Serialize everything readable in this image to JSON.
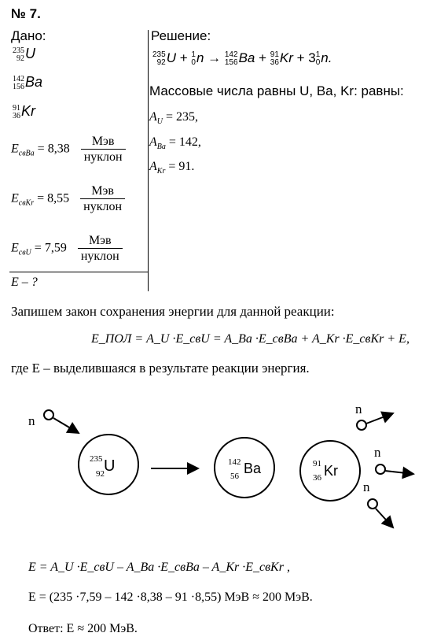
{
  "problem": {
    "number": "№ 7."
  },
  "given": {
    "header": "Дано:",
    "isotopes": [
      {
        "mass": "235",
        "charge": "92",
        "symbol": "U"
      },
      {
        "mass": "142",
        "charge": "156",
        "symbol": "Ba"
      },
      {
        "mass": "91",
        "charge": "36",
        "symbol": "Kr"
      }
    ],
    "energies": [
      {
        "symbol": "E",
        "sub": "свBa",
        "value": "= 8,38",
        "unit_num": "Мэв",
        "unit_den": "нуклон"
      },
      {
        "symbol": "E",
        "sub": "свKr",
        "value": "= 8,55",
        "unit_num": "Мэв",
        "unit_den": "нуклон"
      },
      {
        "symbol": "E",
        "sub": "свU",
        "value": "= 7,59",
        "unit_num": "Мэв",
        "unit_den": "нуклон"
      }
    ],
    "find": "E – ?"
  },
  "solution": {
    "header": "Решение:",
    "reaction": {
      "u": {
        "mass": "235",
        "charge": "92",
        "symbol": "U"
      },
      "plus1": "+",
      "n": {
        "mass": "1",
        "charge": "0",
        "symbol": "n"
      },
      "arrow": "→",
      "ba": {
        "mass": "142",
        "charge": "156",
        "symbol": "Ba"
      },
      "plus2": "+",
      "kr": {
        "mass": "91",
        "charge": "36",
        "symbol": "Kr"
      },
      "plus3": "+ 3",
      "n3": {
        "mass": "1",
        "charge": "0",
        "symbol": "n."
      }
    },
    "mass_text": "Массовые числа равны U, Ba, Kr: равны:",
    "masses": [
      {
        "sym": "A",
        "sub": "U",
        "val": " = 235,"
      },
      {
        "sym": "A",
        "sub": "Ba",
        "val": " = 142,"
      },
      {
        "sym": "A",
        "sub": "Kr",
        "val": " = 91."
      }
    ]
  },
  "body": {
    "law_text": "Запишем закон сохранения энергии для данной реакции:",
    "equation": "E_ПОЛ = A_U ·E_свU = A_Ba ·E_свBa + A_Kr ·E_свKr + E,",
    "where_text": "где   E – выделившаяся в результате реакции энергия.",
    "formula1": "E = A_U ·E_свU – A_Ba ·E_свBa – A_Kr ·E_свKr ,",
    "formula2": "E = (235 ·7,59 – 142 ·8,38 – 91 ·8,55) МэВ ≈ 200 МэВ.",
    "answer": "Ответ: E ≈ 200 МэВ."
  },
  "diagram": {
    "neutron_label": "n",
    "u": {
      "mass": "235",
      "charge": "92",
      "symbol": "U"
    },
    "ba": {
      "mass": "142",
      "charge": "56",
      "symbol": "Ba"
    },
    "kr": {
      "mass": "91",
      "charge": "36",
      "symbol": "Kr"
    }
  }
}
